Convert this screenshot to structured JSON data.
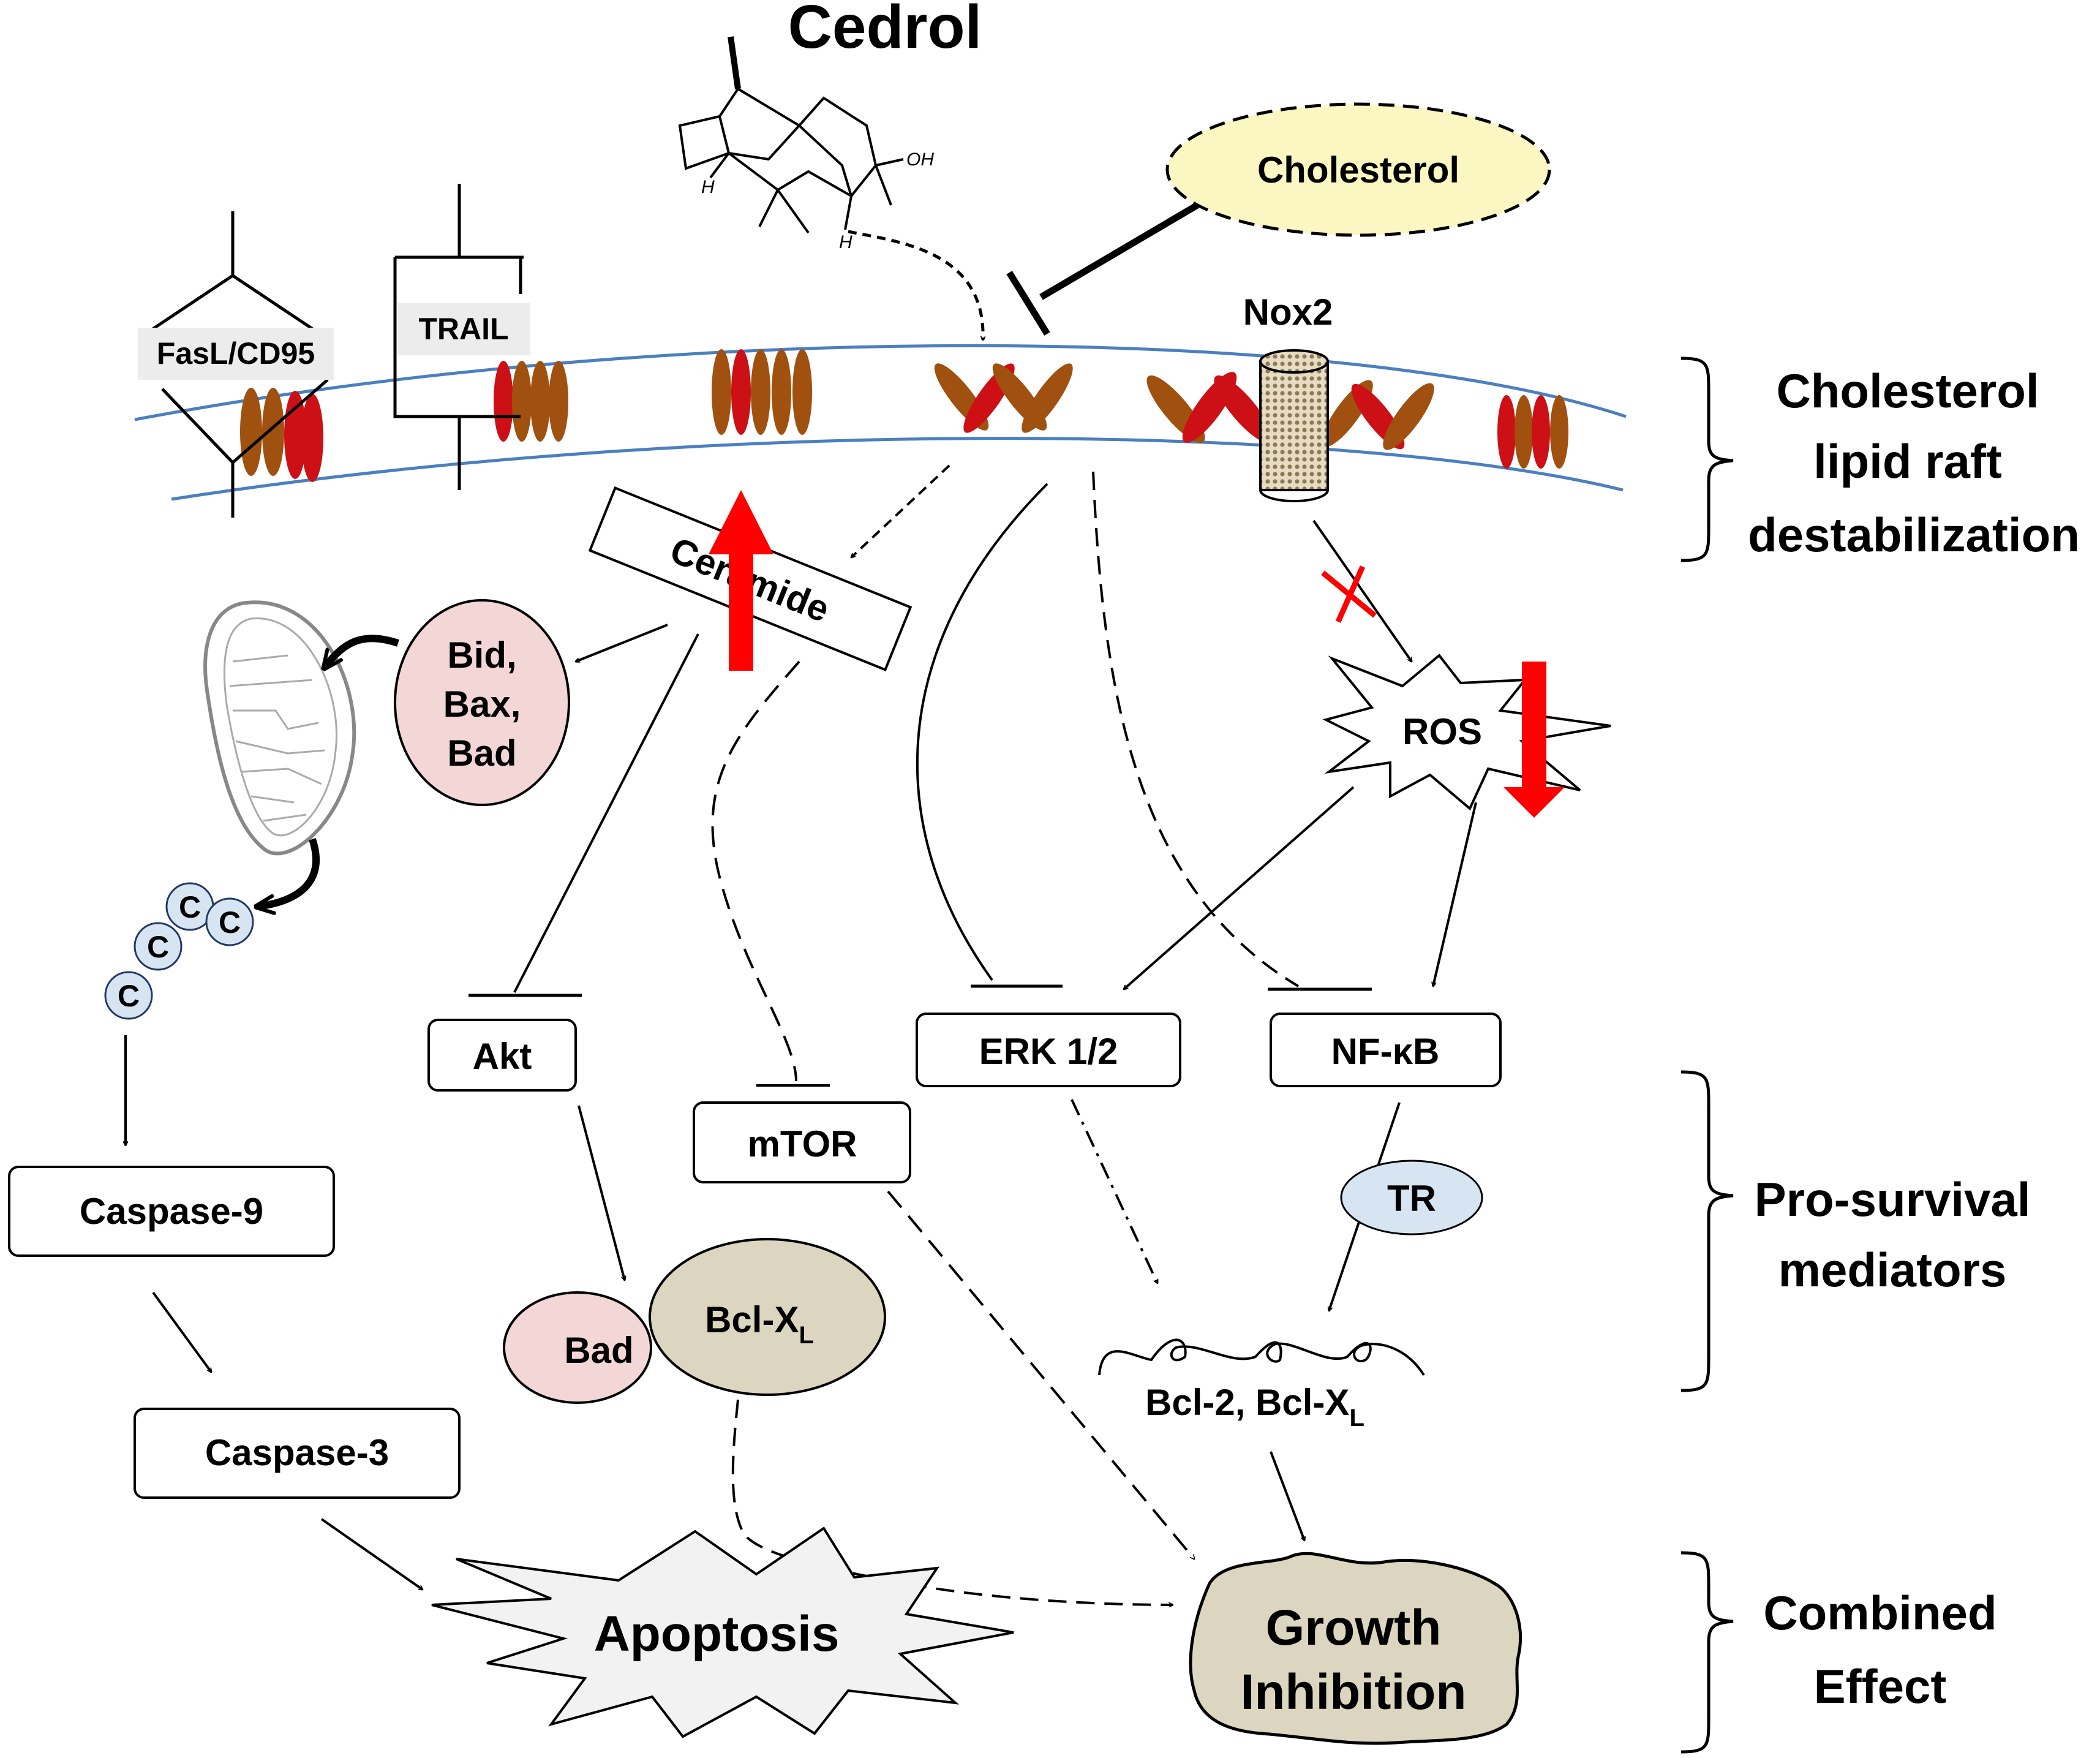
{
  "colors": {
    "membrane_line": "#4a7fc0",
    "lipid_brown": "#a0500f",
    "lipid_red": "#cc1016",
    "cholesterol_fill": "#fbf7c2",
    "pink_node": "#f3d6d6",
    "blue_node": "#d7e5f3",
    "tan_node": "#dcd5c0",
    "arrow_red": "#ff0000",
    "apoptosis_fill": "#f2f2f2"
  },
  "labels": {
    "cedrol": "Cedrol",
    "cholesterol": "Cholesterol",
    "fasl": "FasL/CD95",
    "trail": "TRAIL",
    "nox2": "Nox2",
    "ceramide": "Ceramide",
    "ros": "ROS",
    "bid_line1": "Bid,",
    "bid_line2": "Bax,",
    "bid_line3": "Bad",
    "caspase_letter": "C",
    "caspase9": "Caspase-9",
    "caspase3": "Caspase-3",
    "akt": "Akt",
    "mtor": "mTOR",
    "erk": "ERK 1/2",
    "nfkb": "NF-κB",
    "tr": "TR",
    "bad": "Bad",
    "bclxl_main": "Bcl-X",
    "bclxl_sub": "L",
    "bcl2_main": "Bcl-2, Bcl-X",
    "bcl2_sub": "L",
    "apoptosis": "Apoptosis",
    "growth_line1": "Growth",
    "growth_line2": "Inhibition",
    "oh": "OH",
    "h": "H"
  },
  "side_labels": {
    "membrane_line1": "Cholesterol",
    "membrane_line2": "lipid raft",
    "membrane_line3": "destabilization",
    "survival_line1": "Pro-survival",
    "survival_line2": "mediators",
    "combined_line1": "Combined",
    "combined_line2": "Effect"
  }
}
